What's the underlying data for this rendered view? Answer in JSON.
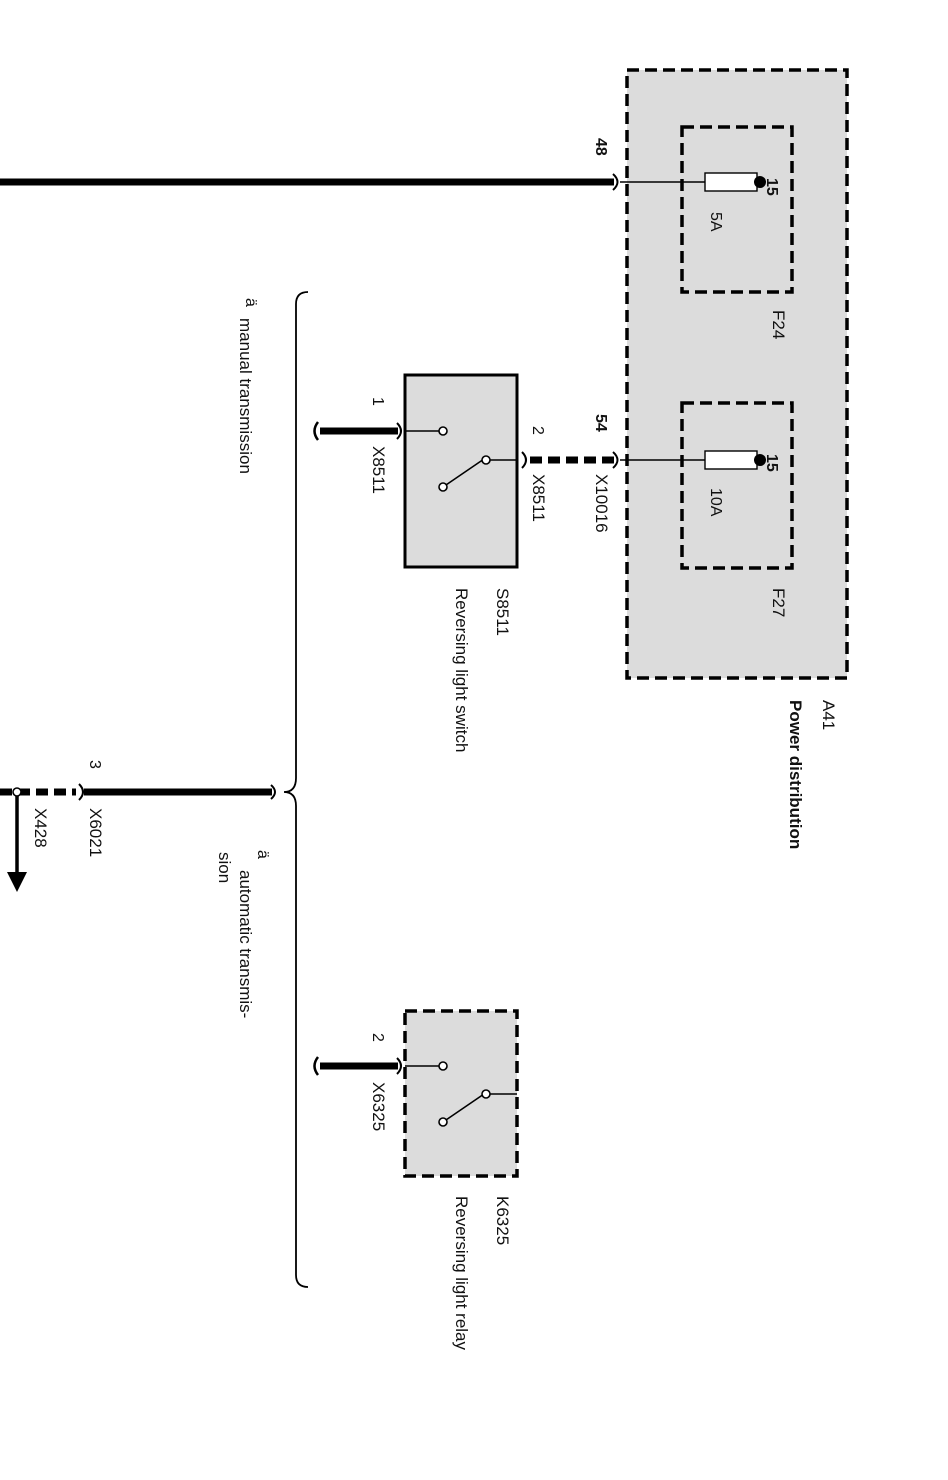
{
  "power_distribution": {
    "ref": "A41",
    "name": "Power distribution",
    "fuses": [
      {
        "ref": "F24",
        "rating": "5A",
        "pin": "15",
        "connector_pin": "48"
      },
      {
        "ref": "F27",
        "rating": "10A",
        "pin": "15",
        "connector_pin": "54"
      }
    ],
    "connector": "X10016"
  },
  "switch": {
    "ref": "S8511",
    "name": "Reversing light switch",
    "pin_in": "1",
    "pin_in_connector": "X8511",
    "pin_out": "2",
    "pin_out_connector": "X8511"
  },
  "relay": {
    "ref": "K6325",
    "name": "Reversing light relay",
    "pin": "2",
    "pin_connector": "X6325"
  },
  "brace_labels": {
    "manual": "manual transmission",
    "automatic_line1": "automatic transmis-",
    "automatic_line2": "sion",
    "variant_mark": "ä"
  },
  "output": {
    "pin": "3",
    "connector": "X6021",
    "destination": "X428"
  }
}
